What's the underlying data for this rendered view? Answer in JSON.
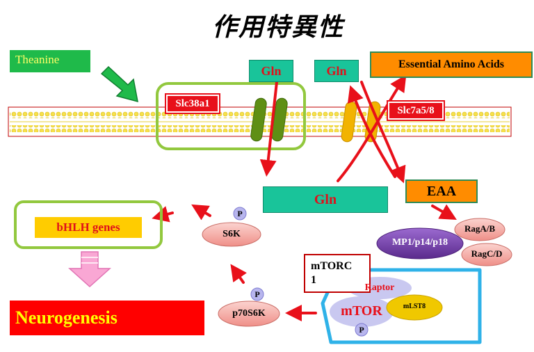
{
  "title": "作用特異性",
  "inputs": {
    "theanine": "Theanine"
  },
  "transporters": {
    "slc38a1": "Slc38a1",
    "slc7a5_8": "Slc7a5/8"
  },
  "molecules": {
    "gln_top_left": "Gln",
    "gln_top_right": "Gln",
    "gln_inside": "Gln",
    "essential_amino_acids": "Essential Amino Acids",
    "eaa": "EAA"
  },
  "signaling": {
    "rag_a_b": "RagA/B",
    "rag_c_d": "RagC/D",
    "mp1_complex": "MP1/p14/p18",
    "mtorc1_label": "mTORC\n1",
    "raptor": "Raptor",
    "mtor": "mTOR",
    "mlst8": "mLST8",
    "phospho": "P",
    "p70s6k": "p70S6K",
    "s6k": "S6K"
  },
  "outputs": {
    "bhlh_genes": "bHLH genes",
    "neurogenesis": "Neurogenesis"
  },
  "colors": {
    "membrane": "#f7e04b",
    "green_outline": "#92c83e",
    "arrow_red": "#e8101a",
    "teal": "#19c49a",
    "orange": "#ff8c00",
    "purple": "#7b3fb6",
    "salmon": "#f3a09a",
    "cell_outline": "#2fb2e8"
  }
}
